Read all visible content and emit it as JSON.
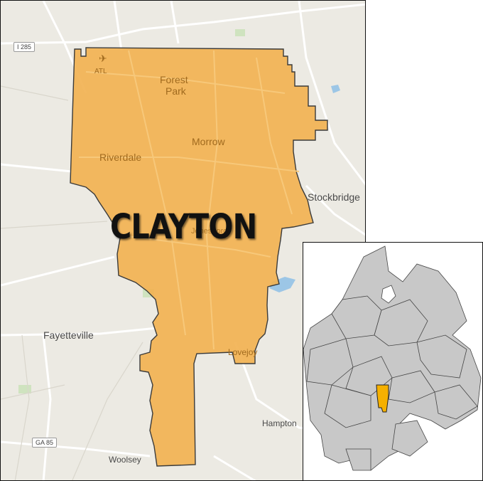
{
  "county": {
    "label": "CLAYTON",
    "fill_color": "#f2b252",
    "outline_color": "#3a3a3a"
  },
  "places_inside": {
    "forest_park_line1": "Forest",
    "forest_park_line2": "Park",
    "morrow": "Morrow",
    "riverdale": "Riverdale",
    "airport_code": "ATL",
    "jonesboro_partial": "Jonesboro",
    "lovejoy": "Lovejoy"
  },
  "places_outside": {
    "stockbridge": "Stockbridge",
    "fayetteville": "Fayetteville",
    "hampton": "Hampton",
    "woolsey": "Woolsey"
  },
  "road_shields": {
    "i285": "I 285",
    "ga85": "GA 85"
  },
  "icons": {
    "airport": "airplane-icon"
  },
  "inset": {
    "region_fill": "#c8c8c8",
    "highlight_fill": "#f5b000",
    "border_color": "#444444"
  }
}
